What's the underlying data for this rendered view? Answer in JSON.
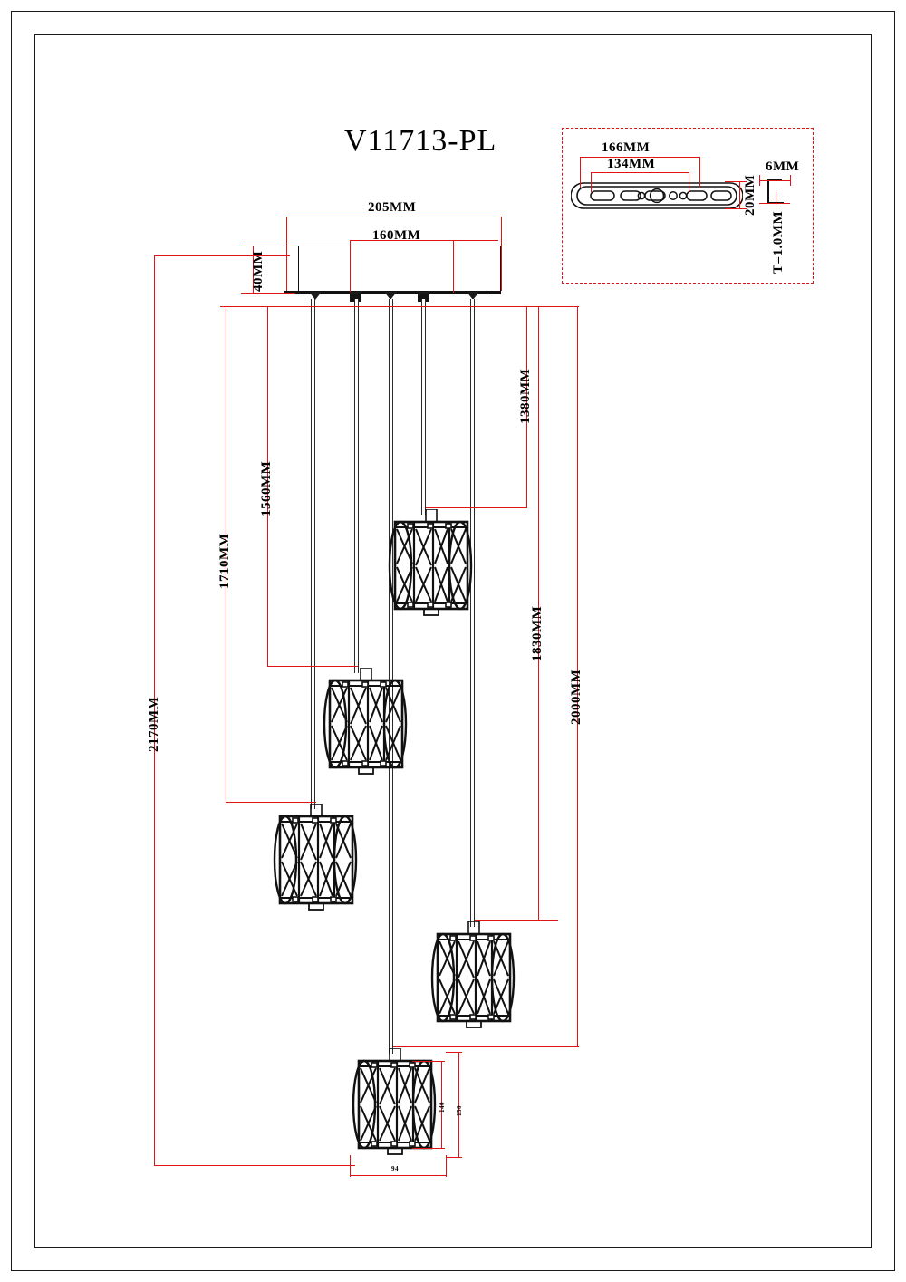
{
  "drawing": {
    "title": "V11713-PL",
    "sheet_w": 1000,
    "sheet_h": 1415,
    "line_color": "#1a1a1a",
    "dimension_color": "#e11414"
  },
  "canopy": {
    "width_label": "205MM",
    "inner_width_label": "160MM",
    "height_label": "40MM",
    "drop_count": 5
  },
  "bracket_detail": {
    "overall_label": "166MM",
    "hole_span_label": "134MM",
    "height_label": "20MM",
    "step_label": "6MM",
    "thickness_label": "T=1.0MM"
  },
  "drops": {
    "left_dims": [
      "2170MM",
      "1710MM",
      "1560MM"
    ],
    "right_dims": [
      "1380MM",
      "1830MM",
      "2000MM"
    ],
    "d_2170": "2170MM",
    "d_1710": "1710MM",
    "d_1560": "1560MM",
    "d_1380": "1380MM",
    "d_1830": "1830MM",
    "d_2000": "2000MM"
  },
  "shade_detail": {
    "height_label": "140",
    "outer_height_label": "150",
    "width_label": "94"
  },
  "pendants": [
    {
      "name": "pendant-1",
      "drop_label": "1380MM"
    },
    {
      "name": "pendant-2",
      "drop_label": "1560MM"
    },
    {
      "name": "pendant-3",
      "drop_label": "1710MM"
    },
    {
      "name": "pendant-4",
      "drop_label": "1830MM"
    },
    {
      "name": "pendant-5",
      "drop_label": "2170MM"
    }
  ]
}
